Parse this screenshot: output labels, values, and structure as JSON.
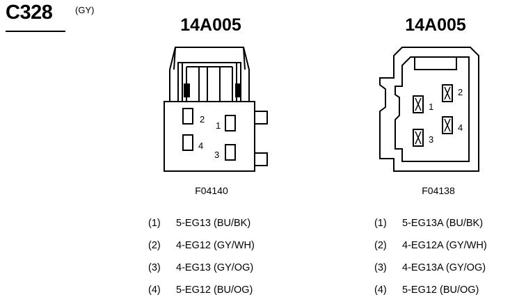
{
  "connector": {
    "id": "C328",
    "color": "(GY)"
  },
  "views": [
    {
      "part_number": "14A005",
      "figure_code": "F04140",
      "pin_labels": [
        "1",
        "2",
        "3",
        "4"
      ],
      "pins": [
        {
          "num": "(1)",
          "circuit": "5-EG13 (BU/BK)"
        },
        {
          "num": "(2)",
          "circuit": "4-EG12 (GY/WH)"
        },
        {
          "num": "(3)",
          "circuit": "4-EG13 (GY/OG)"
        },
        {
          "num": "(4)",
          "circuit": "5-EG12 (BU/OG)"
        }
      ]
    },
    {
      "part_number": "14A005",
      "figure_code": "F04138",
      "pin_labels": [
        "1",
        "2",
        "3",
        "4"
      ],
      "pins": [
        {
          "num": "(1)",
          "circuit": "5-EG13A (BU/BK)"
        },
        {
          "num": "(2)",
          "circuit": "4-EG12A (GY/WH)"
        },
        {
          "num": "(3)",
          "circuit": "4-EG13A (GY/OG)"
        },
        {
          "num": "(4)",
          "circuit": "5-EG12 (BU/OG)"
        }
      ]
    }
  ]
}
